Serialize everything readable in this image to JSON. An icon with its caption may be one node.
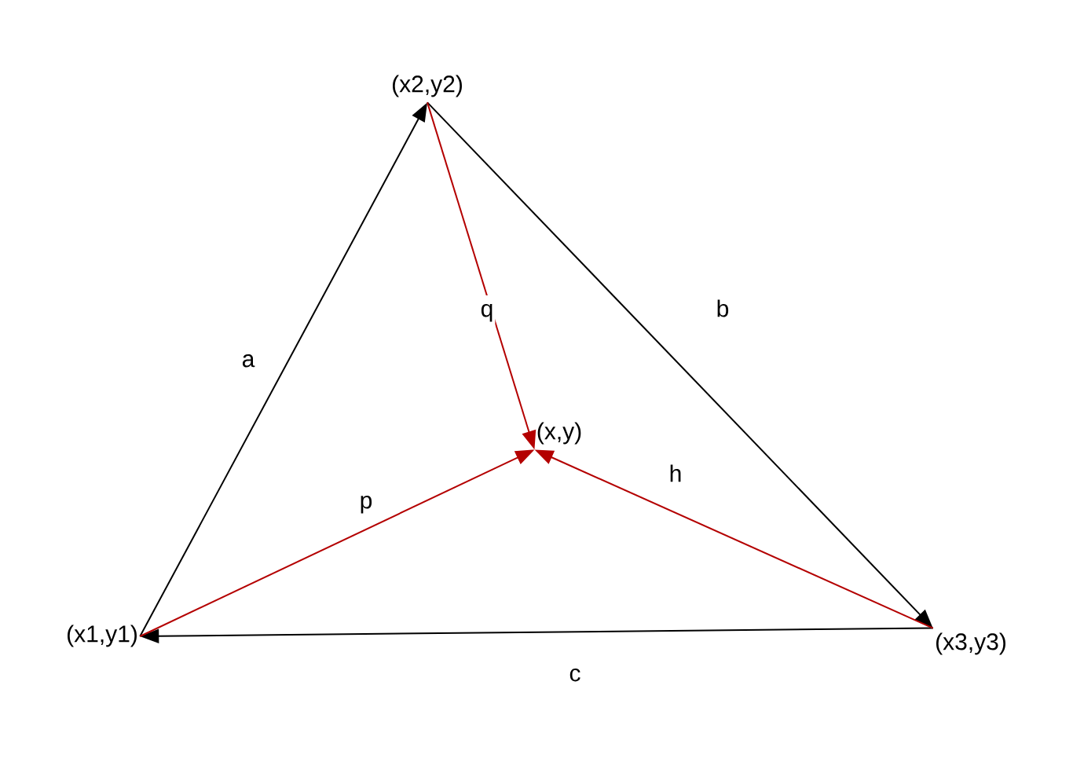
{
  "diagram": {
    "nodes": [
      {
        "text": [
          "(x1,y1)"
        ]
      },
      {
        "text": [
          "(x2,y2)"
        ]
      },
      {
        "text": [
          "(x3,y3)"
        ]
      },
      {
        "text": [
          "(x,y)"
        ]
      }
    ],
    "edges": [
      {
        "from": 0,
        "to": 1,
        "arrow": "to",
        "label": "a"
      },
      {
        "from": 1,
        "to": 2,
        "arrow": "to",
        "label": "b"
      },
      {
        "from": 2,
        "to": 0,
        "arrow": "to",
        "label": "c"
      },
      {
        "from": 1,
        "to": 3,
        "arrow": "to",
        "label": "q",
        "color": "#b40000"
      },
      {
        "from": 0,
        "to": 3,
        "arrow": "to",
        "label": "p",
        "color": "#b40000"
      },
      {
        "from": 2,
        "to": 3,
        "arrow": "to",
        "label": "h",
        "color": "#b40000"
      }
    ]
  }
}
